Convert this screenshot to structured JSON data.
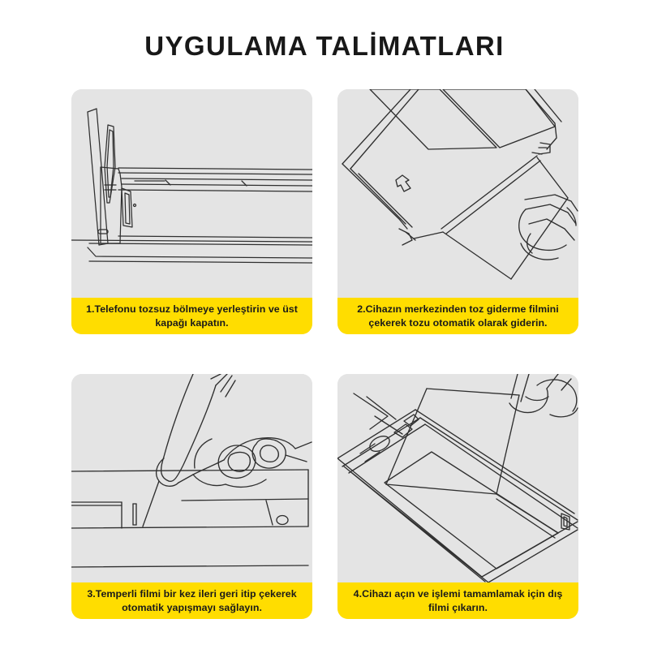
{
  "header": {
    "title": "UYGULAMA TALİMATLARI"
  },
  "colors": {
    "caption_background": "#FFDD00",
    "panel_background": "#E4E4E4",
    "page_background": "#FFFFFF",
    "line_art": "#2B2B2B",
    "text": "#1A1A1A"
  },
  "steps": [
    {
      "number": "1",
      "caption": "1.Telefonu tozsuz bölmeye yerleştirin ve üst kapağı kapatın.",
      "illustration": "device-open-lid-side-view",
      "illustration_description": "Line drawing of dust-free installation box seen from the side with its top cover opened upright"
    },
    {
      "number": "2",
      "caption": "2.Cihazın merkezinden toz giderme filmini çekerek tozu otomatik olarak giderin.",
      "illustration": "hand-pulling-dust-removal-film",
      "illustration_description": "Closed box drawn in perspective with a hand pulling the dust removal film strip out of the centre slot; a small arrow marker is printed on the lid"
    },
    {
      "number": "3",
      "caption": "3.Temperli filmi bir kez ileri geri itip çekerek otomatik yapışmayı sağlayın.",
      "illustration": "hand-sliding-tempered-film",
      "illustration_description": "Hand pushing and pulling the tempered glass slider once back and forth along the rail of the device"
    },
    {
      "number": "4",
      "caption": "4.Cihazı açın ve işlemi tamamlamak için dış filmi çıkarın.",
      "illustration": "hand-peeling-outer-film",
      "illustration_description": "Opened device with a hand peeling the outer protective film away from the screen to finish the process"
    }
  ]
}
